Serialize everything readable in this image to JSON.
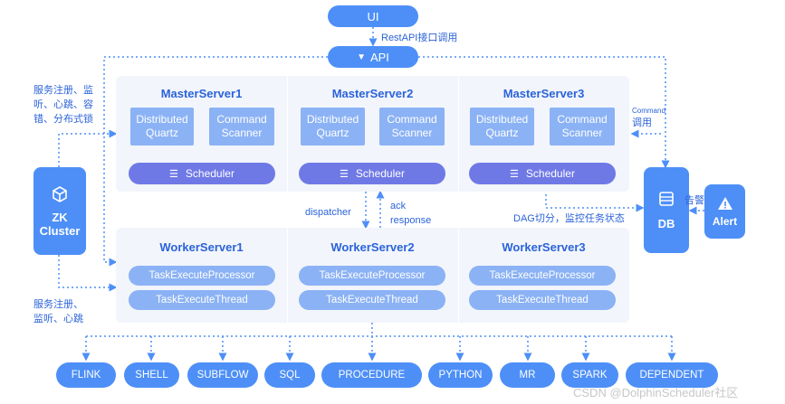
{
  "ui": "UI",
  "rest_label": "RestAPI接口调用",
  "api": "API",
  "left_label_top": "服务注册、监听、心跳、容错、分布式锁",
  "left_label_top_lines": [
    "服务注册、监",
    "听、心跳、容",
    "错、分布式锁"
  ],
  "left_label_bottom_lines": [
    "服务注册、",
    "监听、心跳"
  ],
  "zk": [
    "ZK",
    "Cluster"
  ],
  "masters": [
    {
      "name": "MasterServer1",
      "quartz": [
        "Distributed",
        "Quartz"
      ],
      "scanner": [
        "Command",
        "Scanner"
      ],
      "scheduler": "Scheduler"
    },
    {
      "name": "MasterServer2",
      "quartz": [
        "Distributed",
        "Quartz"
      ],
      "scanner": [
        "Command",
        "Scanner"
      ],
      "scheduler": "Scheduler"
    },
    {
      "name": "MasterServer3",
      "quartz": [
        "Distributed",
        "Quartz"
      ],
      "scanner": [
        "Command",
        "Scanner"
      ],
      "scheduler": "Scheduler"
    }
  ],
  "workers": [
    {
      "name": "WorkerServer1",
      "processor": "TaskExecuteProcessor",
      "thread": "TaskExecuteThread"
    },
    {
      "name": "WorkerServer2",
      "processor": "TaskExecuteProcessor",
      "thread": "TaskExecuteThread"
    },
    {
      "name": "WorkerServer3",
      "processor": "TaskExecuteProcessor",
      "thread": "TaskExecuteThread"
    }
  ],
  "dispatcher": "dispatcher",
  "ack": [
    "ack",
    "response"
  ],
  "command_label": [
    "Command",
    "调用"
  ],
  "dag_label": "DAG切分，监控任务状态",
  "db": "DB",
  "alert_label": "告警",
  "alert": "Alert",
  "tools": [
    "FLINK",
    "SHELL",
    "SUBFLOW",
    "SQL",
    "PROCEDURE",
    "PYTHON",
    "MR",
    "SPARK",
    "DEPENDENT"
  ],
  "watermark": "CSDN @DolphinScheduler社区",
  "colors": {
    "accent": "#4d8ff7",
    "box": "#8bb2f5",
    "scheduler": "#6f79e6",
    "title": "#2b63d9",
    "panel": "#f2f5fb"
  }
}
